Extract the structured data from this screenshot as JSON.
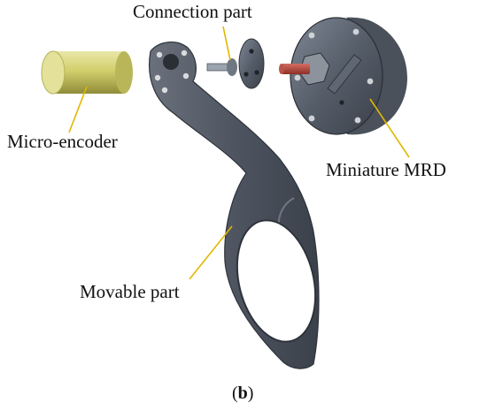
{
  "figure": {
    "labels": {
      "connection_part": "Connection part",
      "micro_encoder": "Micro-encoder",
      "miniature_mrd": "Miniature MRD",
      "movable_part": "Movable part"
    },
    "caption": {
      "open": "(",
      "letter": "b",
      "close": ")"
    }
  },
  "colors": {
    "leader_line": "#e0b800",
    "encoder_body": "#d9d77a",
    "metal_dark": "#4e5561",
    "shaft_red": "#b4473d"
  }
}
